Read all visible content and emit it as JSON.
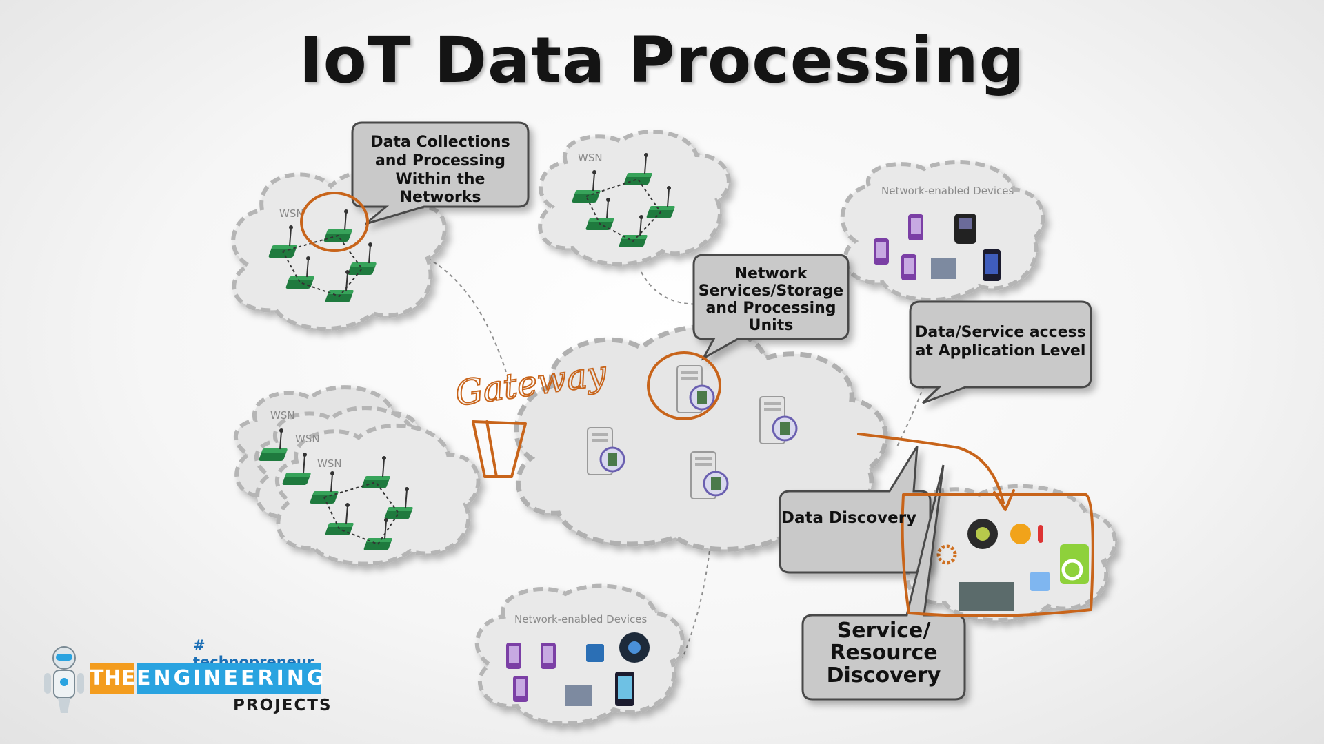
{
  "title": "IoT Data Processing",
  "callouts": {
    "data_collections": "Data Collections and Processing Within the Networks",
    "network_services": "Network Services/Storage and Processing Units",
    "data_service_access": "Data/Service access at Application Level",
    "data_discovery": "Data Discovery",
    "service_resource_discovery": "Service/ Resource Discovery"
  },
  "cloud_labels": {
    "wsn": "WSN",
    "network_enabled_devices": "Network-enabled Devices"
  },
  "handwritten": {
    "gateway": "Gateway"
  },
  "logo": {
    "tag": "# technopreneur",
    "the": "THE",
    "engineering": "ENGINEERING",
    "projects": "PROJECTS"
  },
  "colors": {
    "annotation": "#c8641a",
    "node_green": "#1f7a3e",
    "cloud_fill": "#e9e9e9",
    "callout_fill": "#c9c9c9",
    "logo_orange": "#f39c1e",
    "logo_blue": "#29a3e0"
  }
}
